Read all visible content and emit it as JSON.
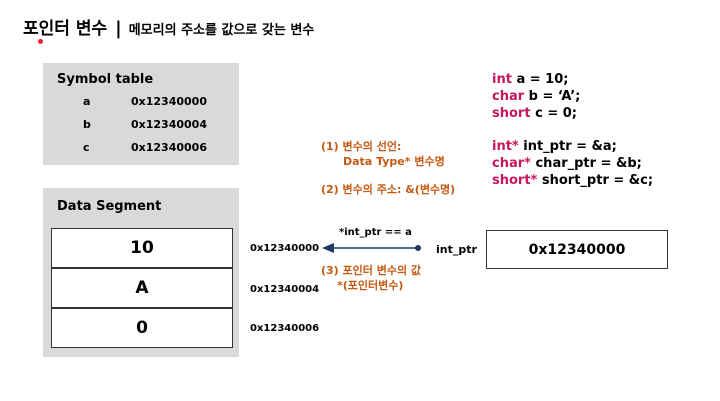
{
  "header": {
    "title": "포인터 변수",
    "separator": "|",
    "subtitle": "메모리의 주소를 값으로 갖는 변수"
  },
  "symbol_table": {
    "title": "Symbol table",
    "rows": [
      {
        "name": "a",
        "address": "0x12340000"
      },
      {
        "name": "b",
        "address": "0x12340004"
      },
      {
        "name": "c",
        "address": "0x12340006"
      }
    ]
  },
  "data_segment": {
    "title": "Data Segment",
    "cells": [
      {
        "value": "10",
        "address": "0x12340000"
      },
      {
        "value": "A",
        "address": "0x12340004"
      },
      {
        "value": "0",
        "address": "0x12340006"
      }
    ]
  },
  "notes": {
    "declaration_line1": "(1) 변수의 선언:",
    "declaration_line2": "Data Type* 변수명",
    "address_of": "(2)  변수의 주소: &(변수명)",
    "deref_line1": "(3) 포인터 변수의 값",
    "deref_line2": "*(포인터변수)"
  },
  "pointer": {
    "deref_expression": "*int_ptr == a",
    "label": "int_ptr",
    "value": "0x12340000"
  },
  "code": {
    "lines": [
      {
        "type": "int",
        "rest": " a = 10;"
      },
      {
        "type": "char",
        "rest": " b = ‘A’;"
      },
      {
        "type": "short",
        "rest": " c = 0;"
      },
      {
        "type": "int*",
        "rest": " int_ptr = &a;"
      },
      {
        "type": "char*",
        "rest": " char_ptr = &b;"
      },
      {
        "type": "short*",
        "rest": " short_ptr = &c;"
      }
    ]
  },
  "colors": {
    "keyword": "#c8175e",
    "note": "#c65911",
    "panel": "#d9d9d9",
    "arrow": "#1f3864",
    "dot": "#e8232b"
  }
}
